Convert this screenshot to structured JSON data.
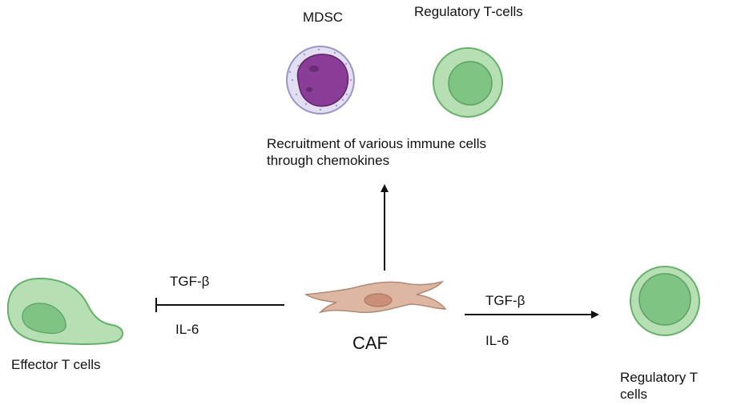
{
  "labels": {
    "mdsc": "MDSC",
    "treg_top": "Regulatory T-cells",
    "recruitment_line1": "Recruitment of various immune cells",
    "recruitment_line2": "through chemokines",
    "caf": "CAF",
    "left_tgf": "TGF-β",
    "left_il6": "IL-6",
    "right_tgf": "TGF-β",
    "right_il6": "IL-6",
    "effector": "Effector T cells",
    "treg_right_line1": "Regulatory T",
    "treg_right_line2": "cells"
  },
  "colors": {
    "cell_green_fill": "#b7dfb4",
    "cell_green_stroke": "#66b06a",
    "nucleus_green": "#7fc485",
    "mdsc_outer": "#e3dff2",
    "mdsc_nucleus": "#8a3d96",
    "caf_body": "#ddb7a2",
    "caf_nucleus": "#c98f78",
    "arrow": "#111111"
  },
  "icons": [
    "mdsc-cell-icon",
    "regulatory-t-cell-icon",
    "caf-fibroblast-icon",
    "effector-t-cell-icon"
  ]
}
